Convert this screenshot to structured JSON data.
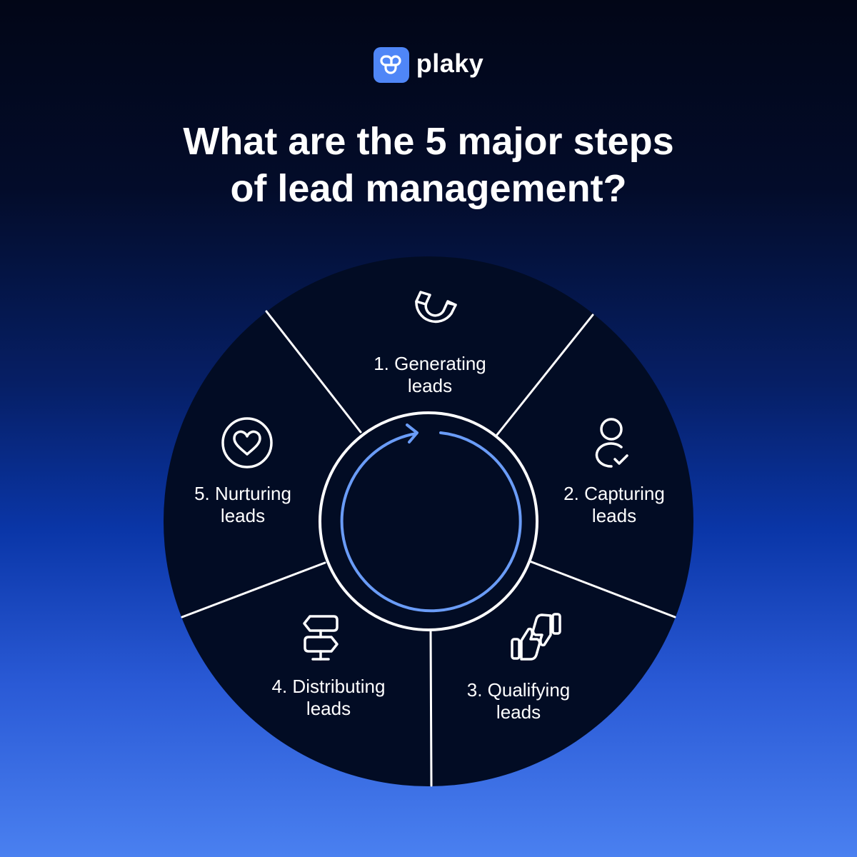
{
  "brand": {
    "name": "plaky",
    "logo_color": "#4f86f7"
  },
  "title": {
    "line1": "What are the 5 major steps",
    "line2": "of lead management?"
  },
  "colors": {
    "wheel_fill": "#020c24",
    "divider": "#ffffff",
    "cycle_arrow": "#6a9cf7",
    "background_top": "#020617",
    "background_bottom": "#4a80f0"
  },
  "steps": [
    {
      "number": "1.",
      "name": "Generating",
      "suffix": "leads",
      "icon": "magnet-icon"
    },
    {
      "number": "2.",
      "name": "Capturing",
      "suffix": "leads",
      "icon": "user-check-icon"
    },
    {
      "number": "3.",
      "name": "Qualifying",
      "suffix": "leads",
      "icon": "thumbs-up-down-icon"
    },
    {
      "number": "4.",
      "name": "Distributing",
      "suffix": "leads",
      "icon": "signpost-icon"
    },
    {
      "number": "5.",
      "name": "Nurturing",
      "suffix": "leads",
      "icon": "heart-circle-icon"
    }
  ],
  "labels": {
    "step1_line1": "1. Generating",
    "step1_line2": "leads",
    "step2_line1": "2. Capturing",
    "step2_line2": "leads",
    "step3_line1": "3. Qualifying",
    "step3_line2": "leads",
    "step4_line1": "4. Distributing",
    "step4_line2": "leads",
    "step5_line1": "5. Nurturing",
    "step5_line2": "leads"
  }
}
